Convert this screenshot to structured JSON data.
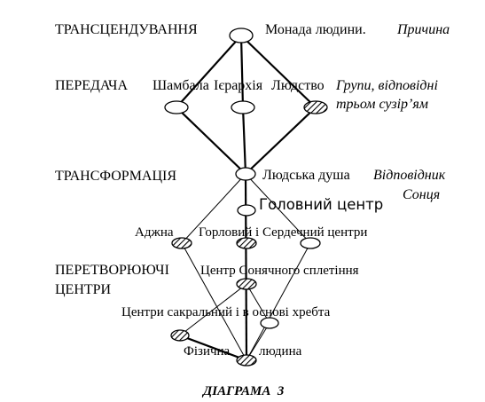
{
  "labels": {
    "transcending": "ТРАНСЦЕНДУВАННЯ",
    "monad": "Монада людини.",
    "cause": "Причина",
    "transmission": "ПЕРЕДАЧА",
    "shambala": "Шамбала",
    "hierarchy": "Ієрархія",
    "humanity": "Людство",
    "groups_line1": "Групи, відповідні",
    "groups_line2": "трьом сузір’ям",
    "transformation": "ТРАНСФОРМАЦІЯ",
    "human_soul": "Людська душа",
    "corresponding": "Відповідник",
    "sun": "Сонця",
    "head_center": "Головний центр",
    "ajna": "Аджна",
    "throat_heart": "Горловий і Сердечний центри",
    "transforming_line1": "ПЕРЕТВОРЮЮЧІ",
    "transforming_line2": "ЦЕНТРИ",
    "solar_plexus": "Центр Сонячного сплетіння",
    "sacral_base": "Центри сакральний і в основі хребта",
    "physical_man_1": "Фізична",
    "physical_man_2": "людина",
    "caption": "ДІАГРАМА  3"
  },
  "colors": {
    "ink": "#000000",
    "paper": "#ffffff"
  }
}
